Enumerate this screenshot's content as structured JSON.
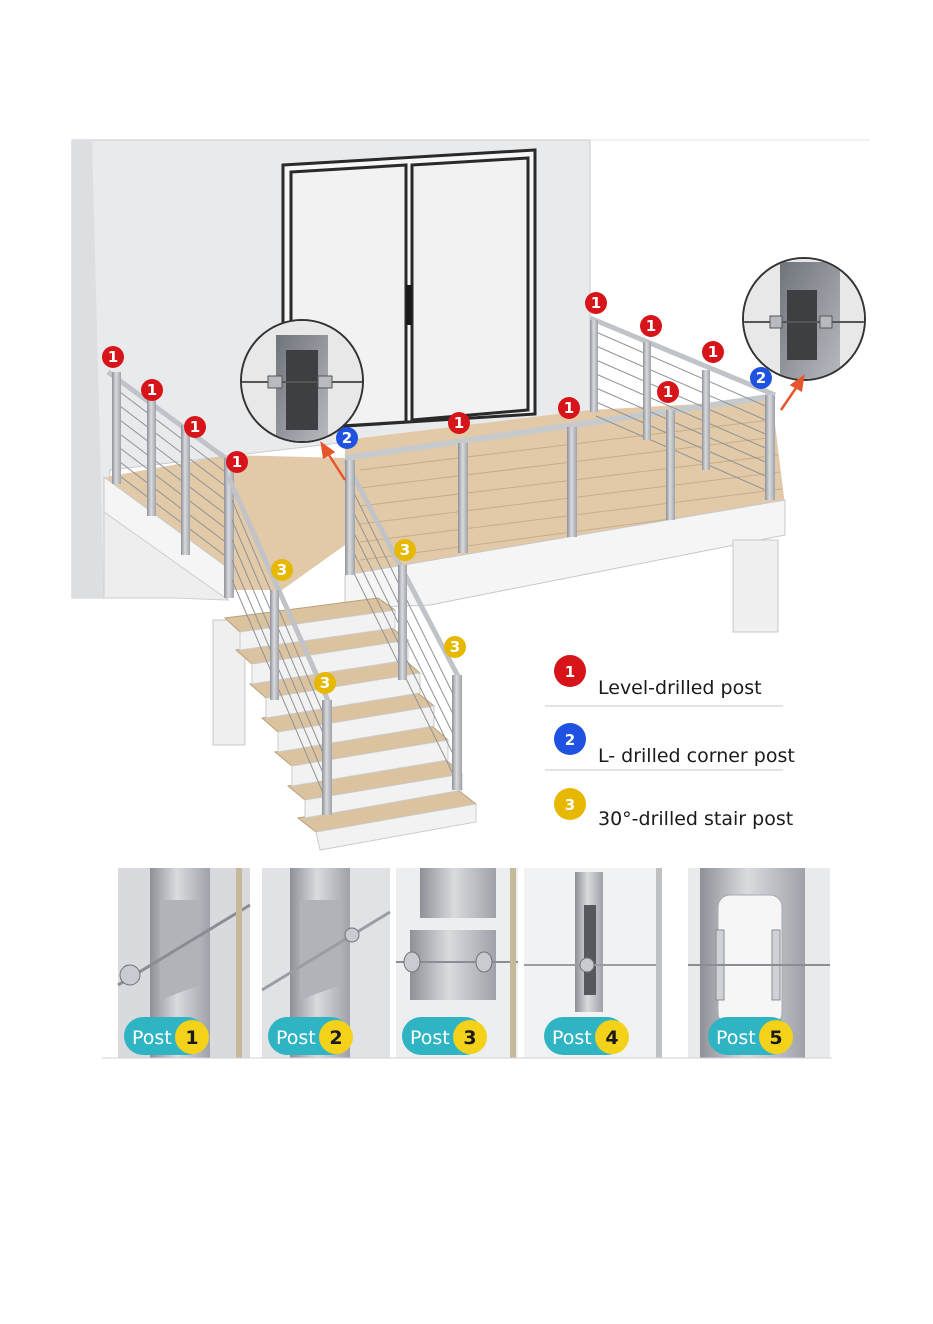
{
  "colors": {
    "level_post": "#d7141a",
    "corner_post": "#1f52e0",
    "stair_post": "#e6b800",
    "deck_wood": "#e2c9a8",
    "teal_label": "#2fb4c4",
    "yellow_badge": "#f4d21a"
  },
  "markers": [
    {
      "kind": "level",
      "num": "1"
    },
    {
      "kind": "level",
      "num": "1"
    },
    {
      "kind": "level",
      "num": "1"
    },
    {
      "kind": "level",
      "num": "1"
    },
    {
      "kind": "level",
      "num": "1"
    },
    {
      "kind": "level",
      "num": "1"
    },
    {
      "kind": "level",
      "num": "1"
    },
    {
      "kind": "level",
      "num": "1"
    },
    {
      "kind": "level",
      "num": "1"
    },
    {
      "kind": "level",
      "num": "1"
    },
    {
      "kind": "corner",
      "num": "2"
    },
    {
      "kind": "corner",
      "num": "2"
    },
    {
      "kind": "stair",
      "num": "3"
    },
    {
      "kind": "stair",
      "num": "3"
    },
    {
      "kind": "stair",
      "num": "3"
    },
    {
      "kind": "stair",
      "num": "3"
    }
  ],
  "legend": [
    {
      "num": "1",
      "kind": "level",
      "label": "Level-drilled post"
    },
    {
      "num": "2",
      "kind": "corner",
      "label": "L- drilled corner post"
    },
    {
      "num": "3",
      "kind": "stair",
      "label": "30°-drilled stair post"
    }
  ],
  "panels": [
    {
      "label": "Post",
      "num": "1"
    },
    {
      "label": "Post",
      "num": "2"
    },
    {
      "label": "Post",
      "num": "3"
    },
    {
      "label": "Post",
      "num": "4"
    },
    {
      "label": "Post",
      "num": "5"
    }
  ]
}
